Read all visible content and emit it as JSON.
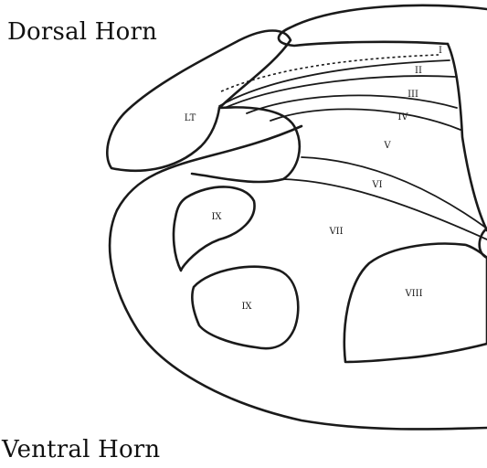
{
  "titles": {
    "top": "Dorsal Horn",
    "bottom": "Ventral Horn"
  },
  "laminae": {
    "i": "I",
    "ii": "II",
    "iii": "III",
    "iv": "IV",
    "v": "V",
    "vi": "VI",
    "vii": "VII",
    "viii": "VIII",
    "ix_upper": "IX",
    "ix_lower": "IX",
    "lissauer": "LT"
  }
}
